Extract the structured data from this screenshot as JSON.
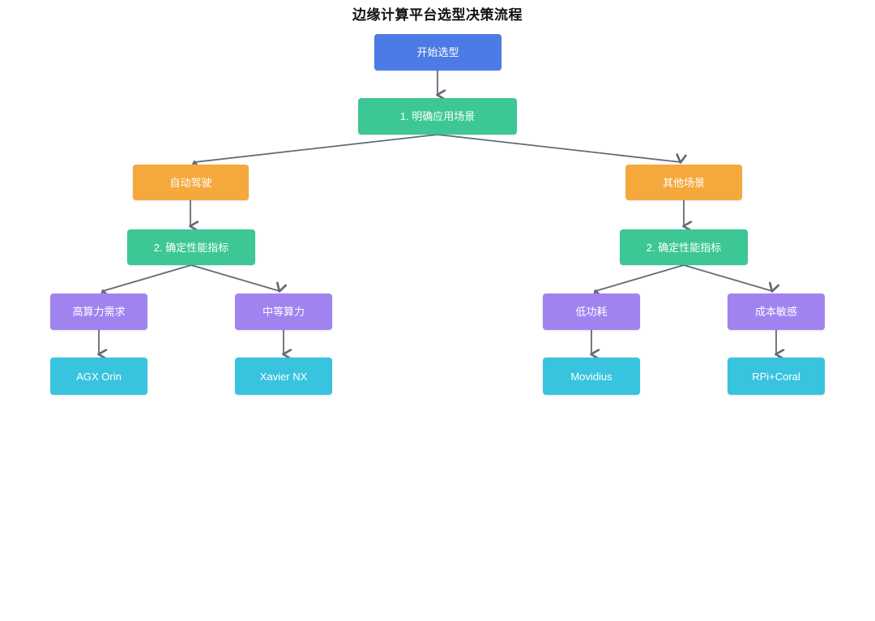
{
  "title": "边缘计算平台选型决策流程",
  "colors": {
    "start_node": "#4C7BE5",
    "step_node": "#3CC795",
    "branch_node": "#F5A93C",
    "requirement_node": "#A183F0",
    "product_node": "#38C3DF",
    "connector": "#626b76",
    "node_text": "#ffffff",
    "title_text": "#111111",
    "background": "#ffffff"
  },
  "nodes": {
    "start": {
      "label": "开始选型"
    },
    "step1": {
      "label": "1. 明确应用场景"
    },
    "auto_driving": {
      "label": "自动驾驶"
    },
    "other_scene": {
      "label": "其他场景"
    },
    "perf_left": {
      "label": "2. 确定性能指标"
    },
    "perf_right": {
      "label": "2. 确定性能指标"
    },
    "high_compute": {
      "label": "高算力需求"
    },
    "mid_compute": {
      "label": "中等算力"
    },
    "low_power": {
      "label": "低功耗"
    },
    "cost_sensitive": {
      "label": "成本敏感"
    },
    "agx_orin": {
      "label": "AGX Orin"
    },
    "xavier_nx": {
      "label": "Xavier NX"
    },
    "movidius": {
      "label": "Movidius"
    },
    "rpi_coral": {
      "label": "RPi+Coral"
    }
  },
  "edges": [
    {
      "from": "start",
      "to": "step1"
    },
    {
      "from": "step1",
      "to": "auto_driving"
    },
    {
      "from": "step1",
      "to": "other_scene"
    },
    {
      "from": "auto_driving",
      "to": "perf_left"
    },
    {
      "from": "other_scene",
      "to": "perf_right"
    },
    {
      "from": "perf_left",
      "to": "high_compute"
    },
    {
      "from": "perf_left",
      "to": "mid_compute"
    },
    {
      "from": "perf_right",
      "to": "low_power"
    },
    {
      "from": "perf_right",
      "to": "cost_sensitive"
    },
    {
      "from": "high_compute",
      "to": "agx_orin"
    },
    {
      "from": "mid_compute",
      "to": "xavier_nx"
    },
    {
      "from": "low_power",
      "to": "movidius"
    },
    {
      "from": "cost_sensitive",
      "to": "rpi_coral"
    }
  ]
}
